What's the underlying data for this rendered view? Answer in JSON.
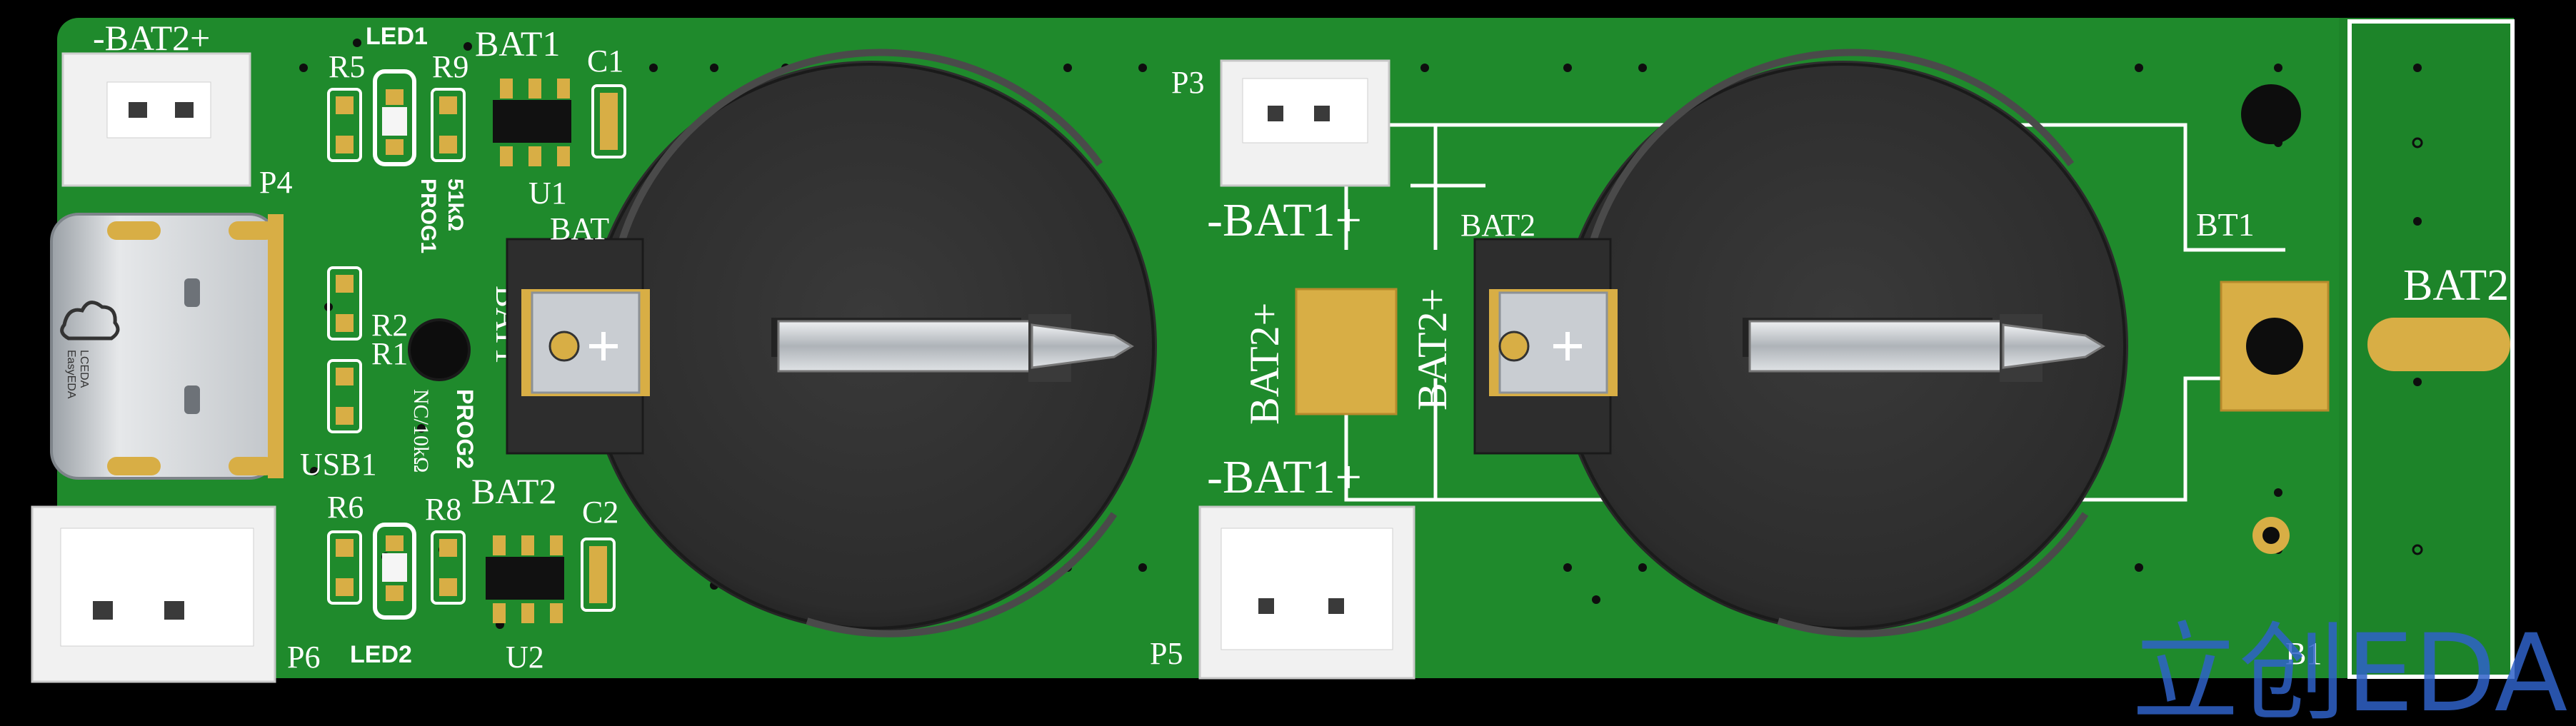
{
  "board": {
    "colors": {
      "background": "#000000",
      "solder_mask": "#1f8a2c",
      "mask_dark": "#17731f",
      "silk": "#ffffff",
      "pad_gold": "#d8ae45",
      "holder_black": "#333333",
      "contact_metal": "#c9cdd2",
      "watermark": "#2f62c8"
    },
    "connectors": {
      "p4": {
        "ref": "P4",
        "polarity": "-BAT2+"
      },
      "p3": {
        "ref": "P3",
        "polarity": "-BAT1+"
      },
      "p5": {
        "ref": "P5",
        "polarity": "-BAT1+"
      },
      "p6": {
        "ref": "P6"
      },
      "usb": {
        "ref": "USB1",
        "logo_line1": "LCEDA",
        "logo_line2": "EasyEDA"
      }
    },
    "components": {
      "led1": "LED1",
      "led2": "LED2",
      "r5": "R5",
      "r9": "R9",
      "r2": "R2",
      "r1": "R1",
      "r6": "R6",
      "r8": "R8",
      "c1": "C1",
      "c2": "C2",
      "u1": "U1",
      "u2": "U2",
      "bat1_top": "BAT1",
      "bat2_bottom": "BAT2",
      "prog1": "PROG1",
      "prog1_value": "51kΩ",
      "prog2": "PROG2",
      "prog2_value": "NC/10kΩ",
      "bat1_partial": "BAT",
      "bat1_side": "BAT1"
    },
    "holders": {
      "center_left": "BAT2+",
      "center_right": "BAT2+",
      "holder2_ref": "BAT2",
      "bt1": "BT1",
      "right_tab": "BAT2",
      "b1": "B1"
    },
    "watermark": "立创EDA"
  }
}
